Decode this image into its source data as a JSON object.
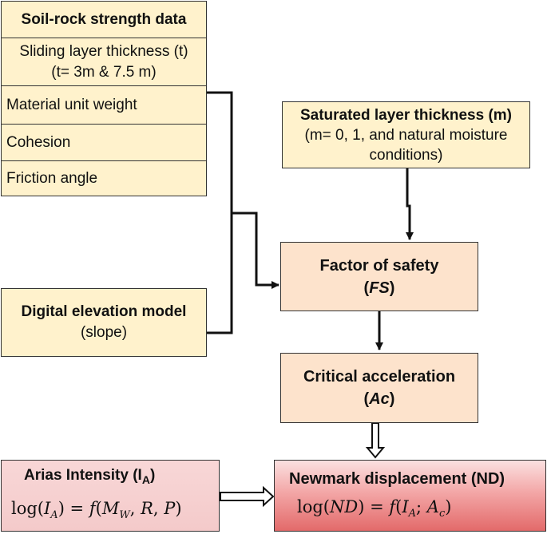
{
  "soil_rock": {
    "title": "Soil-rock strength data",
    "sliding_line1": "Sliding layer thickness (t)",
    "sliding_line2": "(t= 3m & 7.5 m)",
    "unit_weight": "Material unit weight",
    "cohesion": "Cohesion",
    "friction": "Friction angle"
  },
  "dem": {
    "title": "Digital elevation model",
    "subtitle": "(slope)"
  },
  "saturated": {
    "title": "Saturated layer thickness (m)",
    "line2": "(m= 0, 1, and natural moisture",
    "line3": "conditions)"
  },
  "fs": {
    "title": "Factor of safety",
    "symbol": "(FS)"
  },
  "ca": {
    "title": "Critical acceleration",
    "symbol": "(Ac)"
  },
  "arias": {
    "title_main": "Arias Intensity (I",
    "title_sub": "A",
    "title_end": ")",
    "formula": "log(I_A) = f(M_W, R, P)"
  },
  "newmark": {
    "title": "Newmark displacement (ND)",
    "formula": "log(ND) = f(I_A; A_c)"
  },
  "colors": {
    "yellow": "#fff2cc",
    "peach": "#fde3cc",
    "pink": "#f4caca",
    "red": "#e36a6a"
  }
}
